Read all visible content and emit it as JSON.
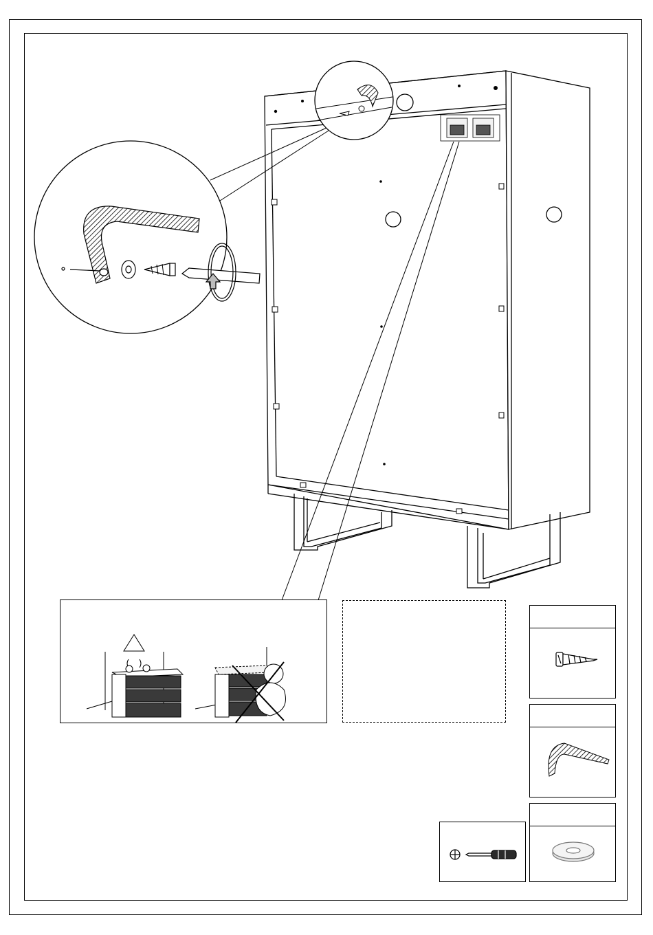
{
  "page": {
    "kind": "furniture assembly instruction step",
    "warning_symbol": "warning-triangle-icon",
    "tool": "phillips-screwdriver-icon"
  },
  "parts": [
    {
      "id": "screw",
      "icon": "screw-icon"
    },
    {
      "id": "anti-tip-strap",
      "icon": "strap-icon"
    },
    {
      "id": "washer",
      "icon": "washer-icon"
    }
  ],
  "colors": {
    "line": "#000000",
    "drawer_fill": "#3a3a3a",
    "arrow_fill": "#bcbcbc",
    "hatch": "#000000"
  }
}
